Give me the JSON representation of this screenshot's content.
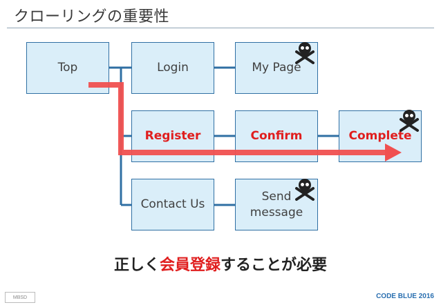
{
  "title": "クローリングの重要性",
  "nodes": {
    "top": "Top",
    "login": "Login",
    "mypage": "My Page",
    "register": "Register",
    "confirm": "Confirm",
    "complete": "Complete",
    "contact": "Contact Us",
    "send_line1": "Send",
    "send_line2": "message"
  },
  "footer": {
    "prefix": "正しく",
    "emphasis": "会員登録",
    "suffix": "することが必要"
  },
  "logo_text": "MBSD",
  "event_label": "CODE BLUE 2016",
  "colors": {
    "node_fill": "#daeef9",
    "node_border": "#2f6fa3",
    "connector": "#2f6fa3",
    "path_arrow": "#f05050",
    "highlight_text": "#e01e1e"
  },
  "icons": [
    "skull-crossbones-icon"
  ]
}
